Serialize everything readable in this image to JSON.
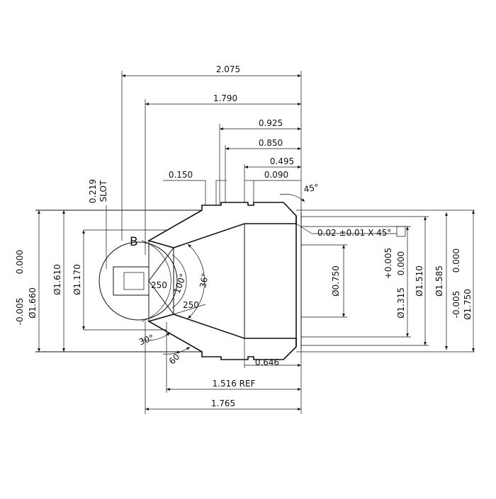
{
  "drawing": {
    "dimensions": {
      "d2075": "2.075",
      "d1790": "1.790",
      "d0925": "0.925",
      "d0850": "0.850",
      "d0495": "0.495",
      "d0090": "0.090",
      "d0150": "0.150",
      "slot_value": "0.219",
      "slot_label": "SLOT",
      "angle45": "45°",
      "chamfer": "0.02 ±0.01  X 45°",
      "tol_upper_left": "0.000",
      "tol_lower_left": "-0.005",
      "dia_1660": "Ø1.660",
      "dia_1610": "Ø1.610",
      "dia_1170": "Ø1.170",
      "dia_0750": "Ø0.750",
      "tol_plus": "+0.005",
      "tol_zero": "0.000",
      "dia_1315": "Ø1.315",
      "dia_1510": "Ø1.510",
      "dia_1585": "Ø1.585",
      "tol_upper_right": "0.000",
      "tol_lower_right": "-0.005",
      "dia_1750": "Ø1.750",
      "detail": "B",
      "angle100": "100°",
      "angle36": "36°",
      "r250_left": "250",
      "r250_right": "250",
      "angle30": "30°",
      "angle60": "60°",
      "d0646": "0.646",
      "d1516": "1.516 REF",
      "d1765": "1.765"
    }
  }
}
